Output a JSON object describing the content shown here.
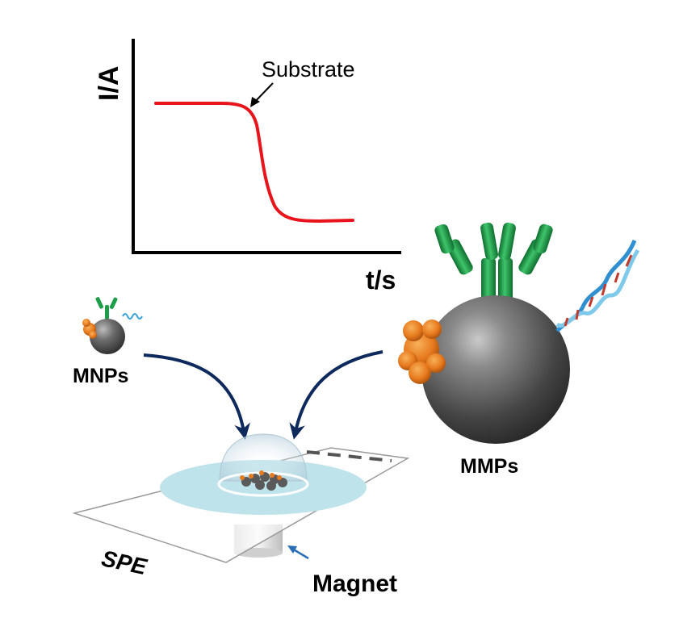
{
  "graph": {
    "y_axis_label": "I/A",
    "x_axis_label": "t/s",
    "curve_annotation": "Substrate",
    "curve_color": "#e8141c",
    "curve_description": "sigmoidal drop in current after substrate addition"
  },
  "labels": {
    "mnps": "MNPs",
    "mmps": "MMPs",
    "spe": "SPE",
    "magnet": "Magnet"
  },
  "colors": {
    "antibody": "#1f9e4a",
    "enzyme": "#e87a1e",
    "particle": "#4b4b4b",
    "arrow": "#0e2a5c",
    "electrode_fill": "#bfe3ea",
    "magnet_pointer": "#2a6fb5",
    "dna_strand": "#3aa3d8"
  },
  "icons": [
    "antibody-icon",
    "enzyme-icon",
    "dna-icon",
    "magnetic-particle-icon",
    "electrode-icon",
    "magnet-icon"
  ]
}
